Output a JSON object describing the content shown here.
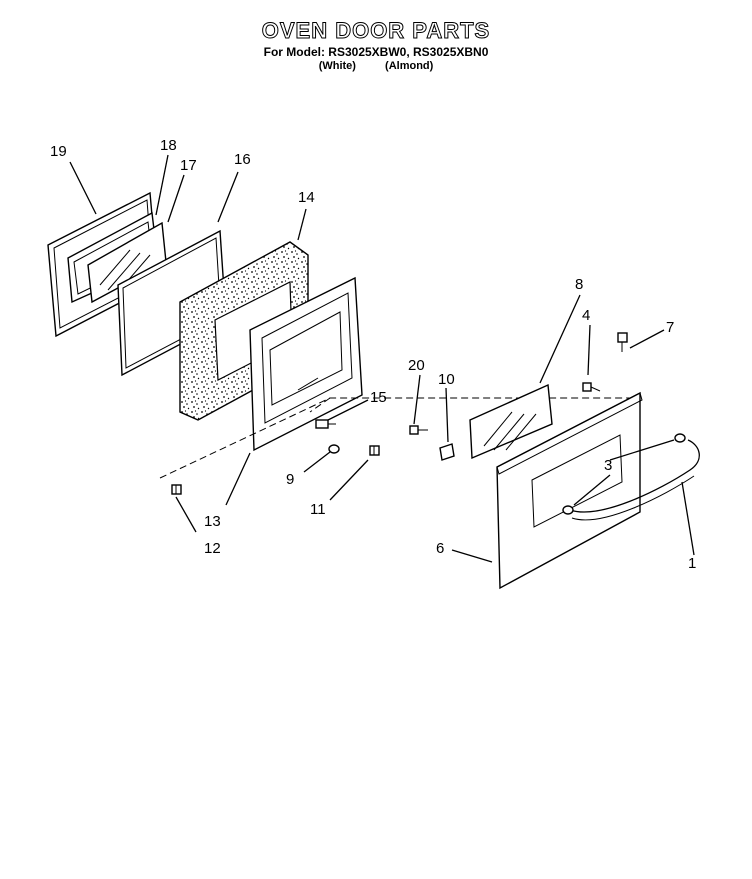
{
  "header": {
    "title": "OVEN DOOR PARTS",
    "model_prefix": "For Model:",
    "models": "RS3025XBW0, RS3025XBN0",
    "color_white": "(White)",
    "color_almond": "(Almond)"
  },
  "callouts": [
    "19",
    "18",
    "17",
    "16",
    "14",
    "8",
    "4",
    "7",
    "20",
    "10",
    "15",
    "9",
    "11",
    "13",
    "12",
    "6",
    "3",
    "1"
  ]
}
